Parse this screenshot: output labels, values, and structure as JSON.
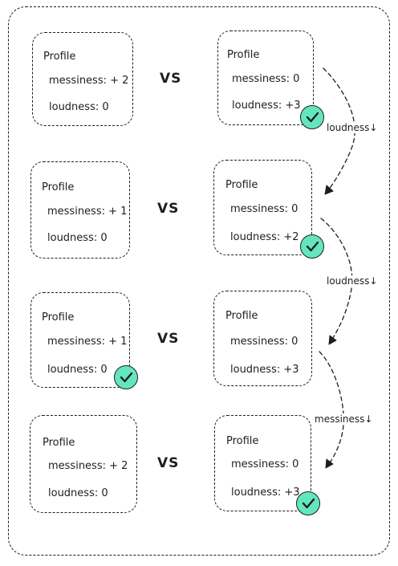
{
  "rows": [
    {
      "left": {
        "title": "Profile",
        "messiness": "messiness: + 2",
        "loudness": "loudness: 0"
      },
      "vs": "VS",
      "right": {
        "title": "Profile",
        "messiness": "messiness: 0",
        "loudness": "loudness: +3"
      },
      "winner": "right"
    },
    {
      "left": {
        "title": "Profile",
        "messiness": "messiness: + 1",
        "loudness": "loudness: 0"
      },
      "vs": "VS",
      "right": {
        "title": "Profile",
        "messiness": "messiness: 0",
        "loudness": "loudness: +2"
      },
      "winner": "right"
    },
    {
      "left": {
        "title": "Profile",
        "messiness": "messiness: + 1",
        "loudness": "loudness: 0"
      },
      "vs": "VS",
      "right": {
        "title": "Profile",
        "messiness": "messiness: 0",
        "loudness": "loudness: +3"
      },
      "winner": "left"
    },
    {
      "left": {
        "title": "Profile",
        "messiness": "messiness: + 2",
        "loudness": "loudness: 0"
      },
      "vs": "VS",
      "right": {
        "title": "Profile",
        "messiness": "messiness: 0",
        "loudness": "loudness: +3"
      },
      "winner": "right"
    }
  ],
  "transitions": [
    {
      "label": "loudness↓"
    },
    {
      "label": "loudness↓"
    },
    {
      "label": "messiness↓"
    }
  ],
  "colors": {
    "badge": "#63e6be",
    "stroke": "#1e1e1e"
  },
  "icons": {
    "badge": "check-icon"
  }
}
